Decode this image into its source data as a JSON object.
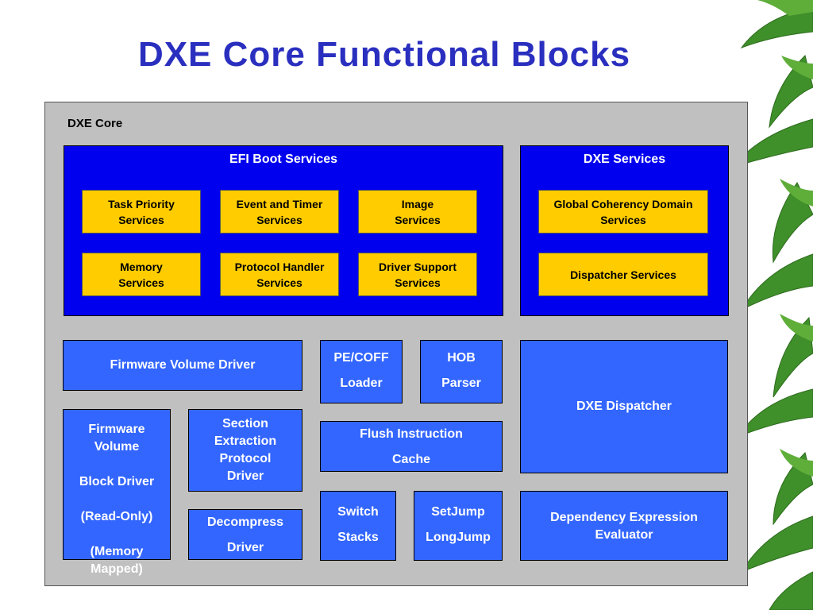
{
  "title": "DXE Core Functional Blocks",
  "core_label": "DXE Core",
  "efi": {
    "title": "EFI Boot Services",
    "items": [
      "Task Priority\nServices",
      "Event and Timer\nServices",
      "Image\nServices",
      "Memory\nServices",
      "Protocol Handler\nServices",
      "Driver Support\nServices"
    ]
  },
  "dxe_services": {
    "title": "DXE Services",
    "items": [
      "Global Coherency Domain\nServices",
      "Dispatcher Services"
    ]
  },
  "blocks": {
    "fv_driver": "Firmware Volume Driver",
    "pecoff": "PE/COFF\n\nLoader",
    "hob": "HOB\n\nParser",
    "dispatcher": "DXE Dispatcher",
    "fv_block": "Firmware\nVolume\n\nBlock Driver\n\n(Read-Only)\n\n(Memory\nMapped)",
    "section": "Section\nExtraction\nProtocol\nDriver",
    "flush": "Flush Instruction\n\nCache",
    "switch": "Switch\n\nStacks",
    "setjump": "SetJump\n\nLongJump",
    "depex": "Dependency Expression\nEvaluator",
    "decompress": "Decompress\n\nDriver"
  },
  "colors": {
    "title": "#2a2fbf",
    "panel": "#c0c0c0",
    "services_container": "#0000ee",
    "service_box": "#ffcc00",
    "block": "#3366ff"
  }
}
